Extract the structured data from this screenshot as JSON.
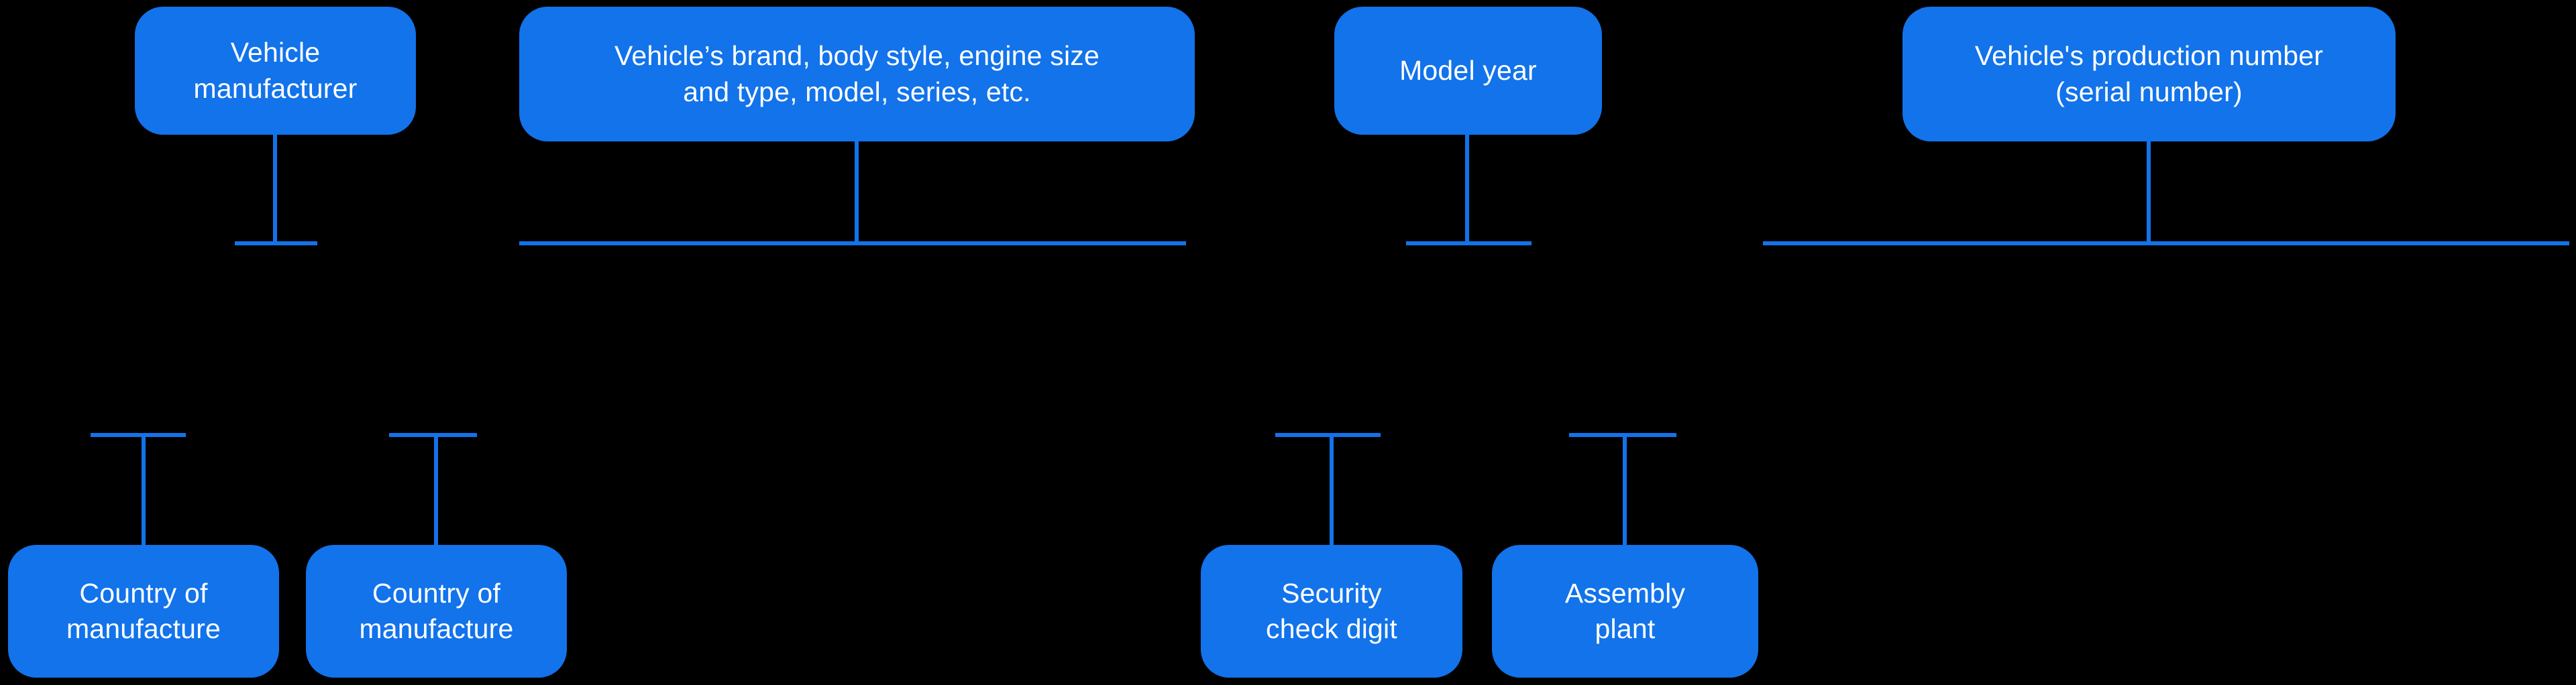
{
  "diagram": {
    "title": "VIN structure diagram",
    "colors": {
      "background": "#000000",
      "node_fill": "#1273EB",
      "connector": "#1273EB",
      "text": "#FFFFFF"
    },
    "top_nodes": [
      {
        "label": "Vehicle\nmanufacturer"
      },
      {
        "label": "Vehicle’s brand, body style, engine size\nand type, model, series, etc."
      },
      {
        "label": "Model year"
      },
      {
        "label": "Vehicle's production number\n(serial number)"
      }
    ],
    "bottom_nodes": [
      {
        "label": "Country of\nmanufacture"
      },
      {
        "label": "Country of\nmanufacture"
      },
      {
        "label": "Security\ncheck digit"
      },
      {
        "label": "Assembly\nplant"
      }
    ]
  }
}
